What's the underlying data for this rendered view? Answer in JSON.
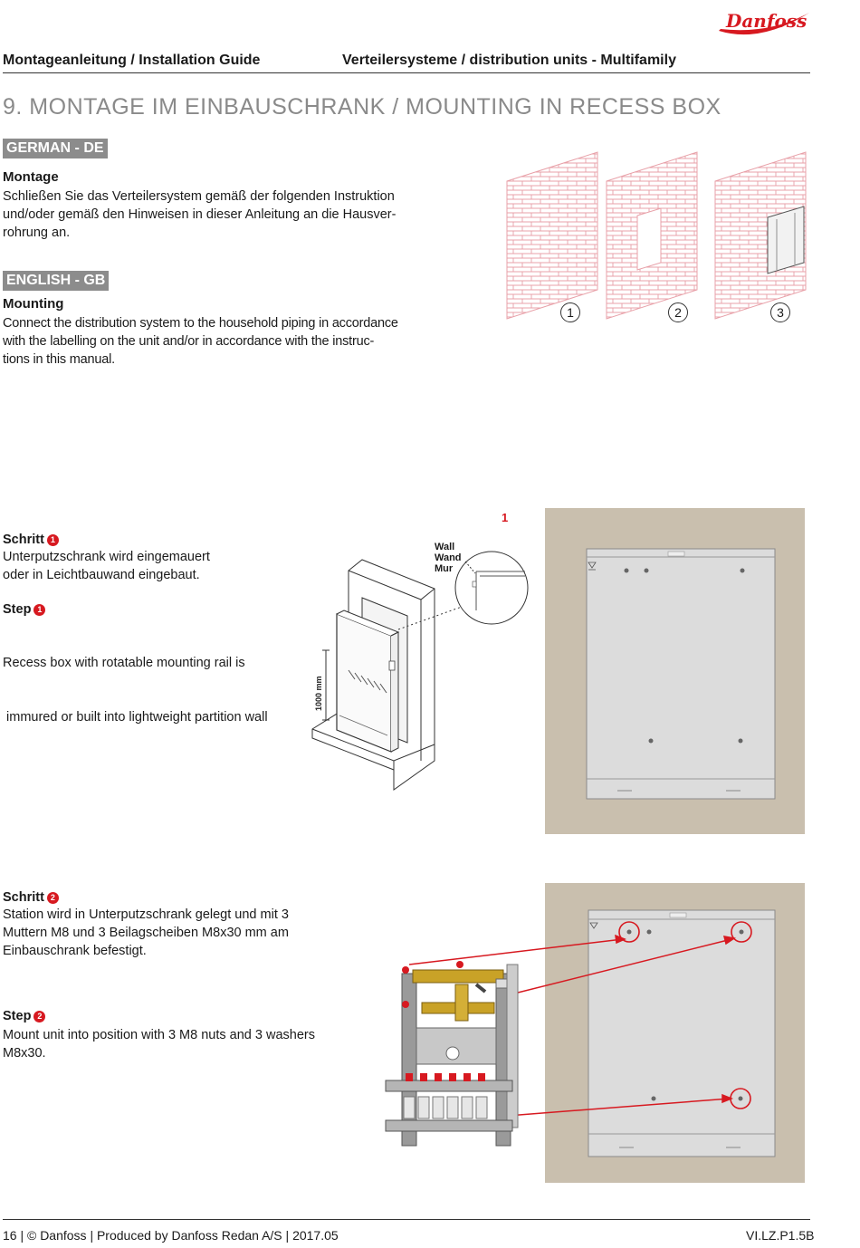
{
  "logo": "Danfoss",
  "header": {
    "left": "Montageanleitung / Installation Guide",
    "right": "Verteilersysteme / distribution units - Multifamily"
  },
  "section_title": "9. MONTAGE IM EINBAUSCHRANK / MOUNTING IN RECESS BOX",
  "german": {
    "badge": "GERMAN - DE",
    "heading": "Montage",
    "lines": [
      "Schließen Sie das Verteilersystem gemäß der folgenden Instruktion",
      "und/oder gemäß den Hinweisen in dieser Anleitung an die Hausver-",
      "rohrung an."
    ]
  },
  "english": {
    "badge": "ENGLISH - GB",
    "heading": "Mounting",
    "lines": [
      "Connect the distribution system to the household piping in accordance",
      "with the labelling on the unit and/or in accordance with the instruc-",
      "tions in this manual."
    ]
  },
  "wall_steps": [
    "1",
    "2",
    "3"
  ],
  "step1": {
    "schritt_label": "Schritt",
    "schritt_num": "1",
    "schritt_lines": [
      "Unterputzschrank wird eingemauert",
      "oder in Leichtbauwand eingebaut."
    ],
    "step_label": "Step",
    "step_num": "1",
    "step_lines": [
      "Recess box with rotatable mounting rail is",
      " immured or built into lightweight partition wall"
    ],
    "dimension": "1000 mm",
    "wall_labels": [
      "Wall",
      "Wand",
      "Mur"
    ],
    "figure_number": "1"
  },
  "step2": {
    "schritt_label": "Schritt",
    "schritt_num": "2",
    "schritt_lines": [
      "Station wird in Unterputzschrank gelegt und mit 3",
      "Muttern M8 und 3 Beilagscheiben M8x30 mm am",
      "Einbauschrank befestigt."
    ],
    "step_label": "Step",
    "step_num": "2",
    "step_lines": [
      "Mount unit into position with 3 M8 nuts and 3 washers",
      "M8x30."
    ]
  },
  "footer": {
    "left": "16 | © Danfoss | Produced by Danfoss Redan A/S | 2017.05",
    "right": "VI.LZ.P1.5B"
  },
  "colors": {
    "brand_red": "#d71920",
    "badge_grey": "#8c8c8c",
    "wall_beige": "#c9bfae",
    "box_grey": "#dcdcdc",
    "brick_pink": "#e8a0a8"
  }
}
